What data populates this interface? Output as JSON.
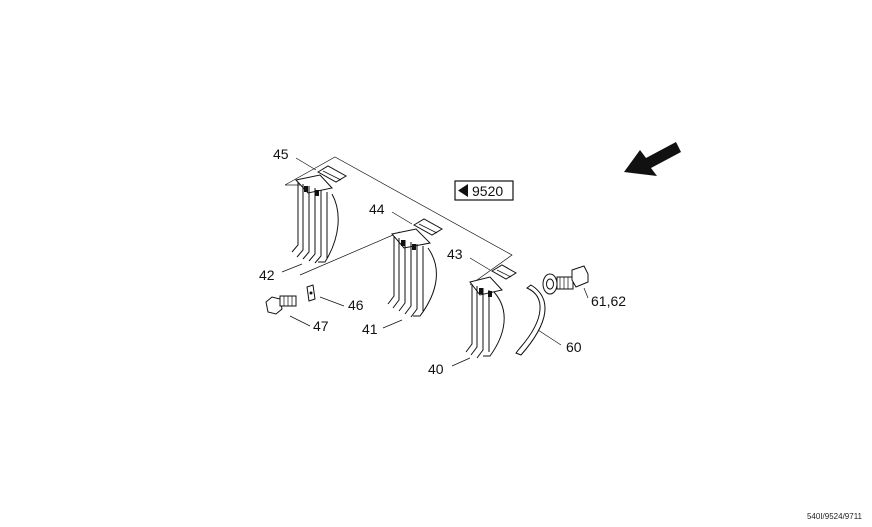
{
  "reference_box": {
    "label": "9520"
  },
  "callouts": {
    "p40": "40",
    "p41": "41",
    "p42": "42",
    "p43": "43",
    "p44": "44",
    "p45": "45",
    "p46": "46",
    "p47": "47",
    "p60": "60",
    "p6162": "61,62"
  },
  "footer": {
    "code": "540I/9524/9711"
  },
  "icons": {
    "direction": "arrow-icon",
    "reference": "triangle-left-icon"
  }
}
